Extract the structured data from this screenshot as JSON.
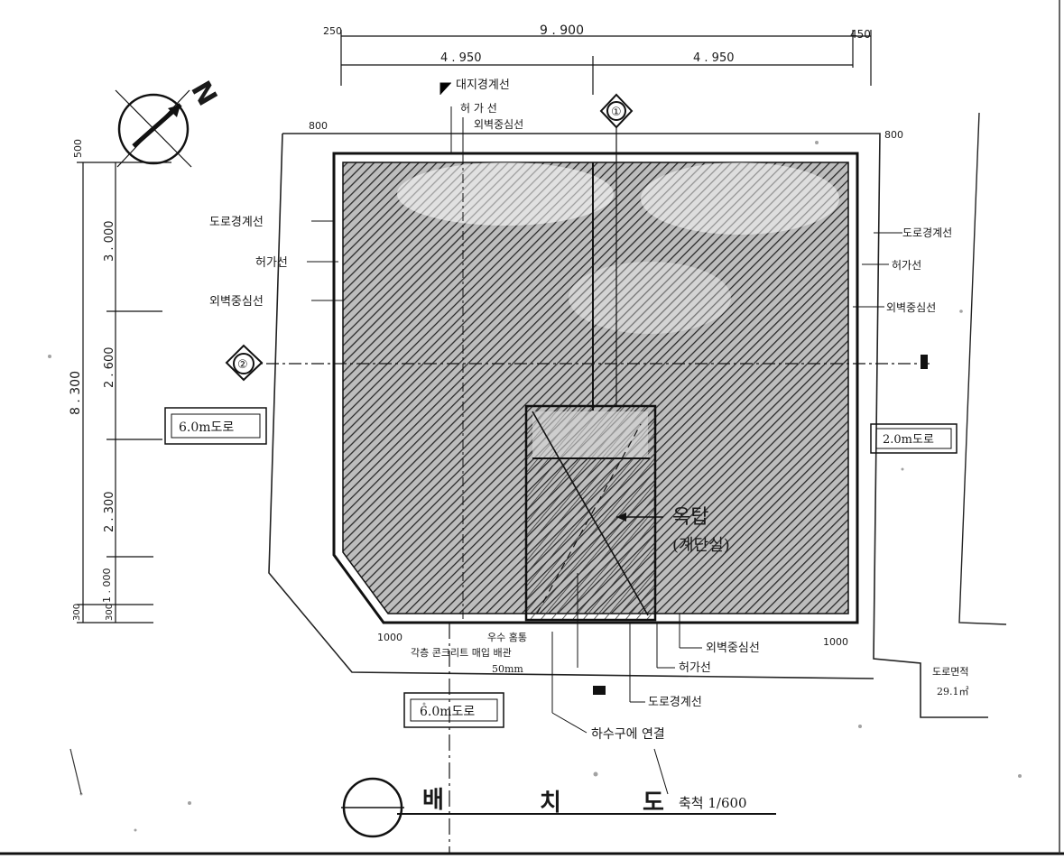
{
  "dims": {
    "top_total": "9 . 900",
    "top_left_offset": "250",
    "top_right_offset": "450",
    "top_half_left": "4 . 950",
    "top_half_right": "4 . 950",
    "side_total": "8 . 300",
    "side_500": "500",
    "side_3000": "3 . 000",
    "side_2600": "2 . 600",
    "side_2300": "2 . 300",
    "side_1000": "1 . 000",
    "side_300a": "300",
    "side_300b": "300",
    "corner_top_left": "800",
    "corner_top_right": "800",
    "corner_bottom_left": "1000",
    "corner_bottom_right": "1000"
  },
  "labels": {
    "top_road_line": "대지경계선",
    "top_building_line": "허 가 선",
    "top_setback_line": "외벽중심선",
    "left_road_line": "도로경계선",
    "left_building_line": "허가선",
    "left_setback_line": "외벽중심선",
    "right_road_line": "도로경계선",
    "right_building_line": "허가선",
    "right_setback_line": "외벽중심선",
    "bottom_setback_line": "외벽중심선",
    "bottom_building_line": "허가선",
    "bottom_road_line": "도로경계선",
    "left_road_width": "6.0m도로",
    "right_road_width": "2.0m도로",
    "bottom_road_width": "6.0m도로",
    "stairs": "옥탑",
    "stairs_sub": "(계단실)",
    "drain_note_1": "우수 홈통",
    "drain_note_2": "각층 콘크리트 매입 배관",
    "drain_note_3": "50mm",
    "sewer_connection": "하수구에 연결",
    "road_detail_1": "도로면적",
    "road_detail_2": "29.1㎡",
    "north": "N",
    "section_mark_a": "①",
    "section_mark_b": "②"
  },
  "title": {
    "main_1": "배",
    "main_2": "치",
    "main_3": "도",
    "scale": "축척 1/600"
  },
  "colors": {
    "ink": "#1a1a1a",
    "hatch": "#2a2a2a",
    "paper": "#ffffff"
  }
}
